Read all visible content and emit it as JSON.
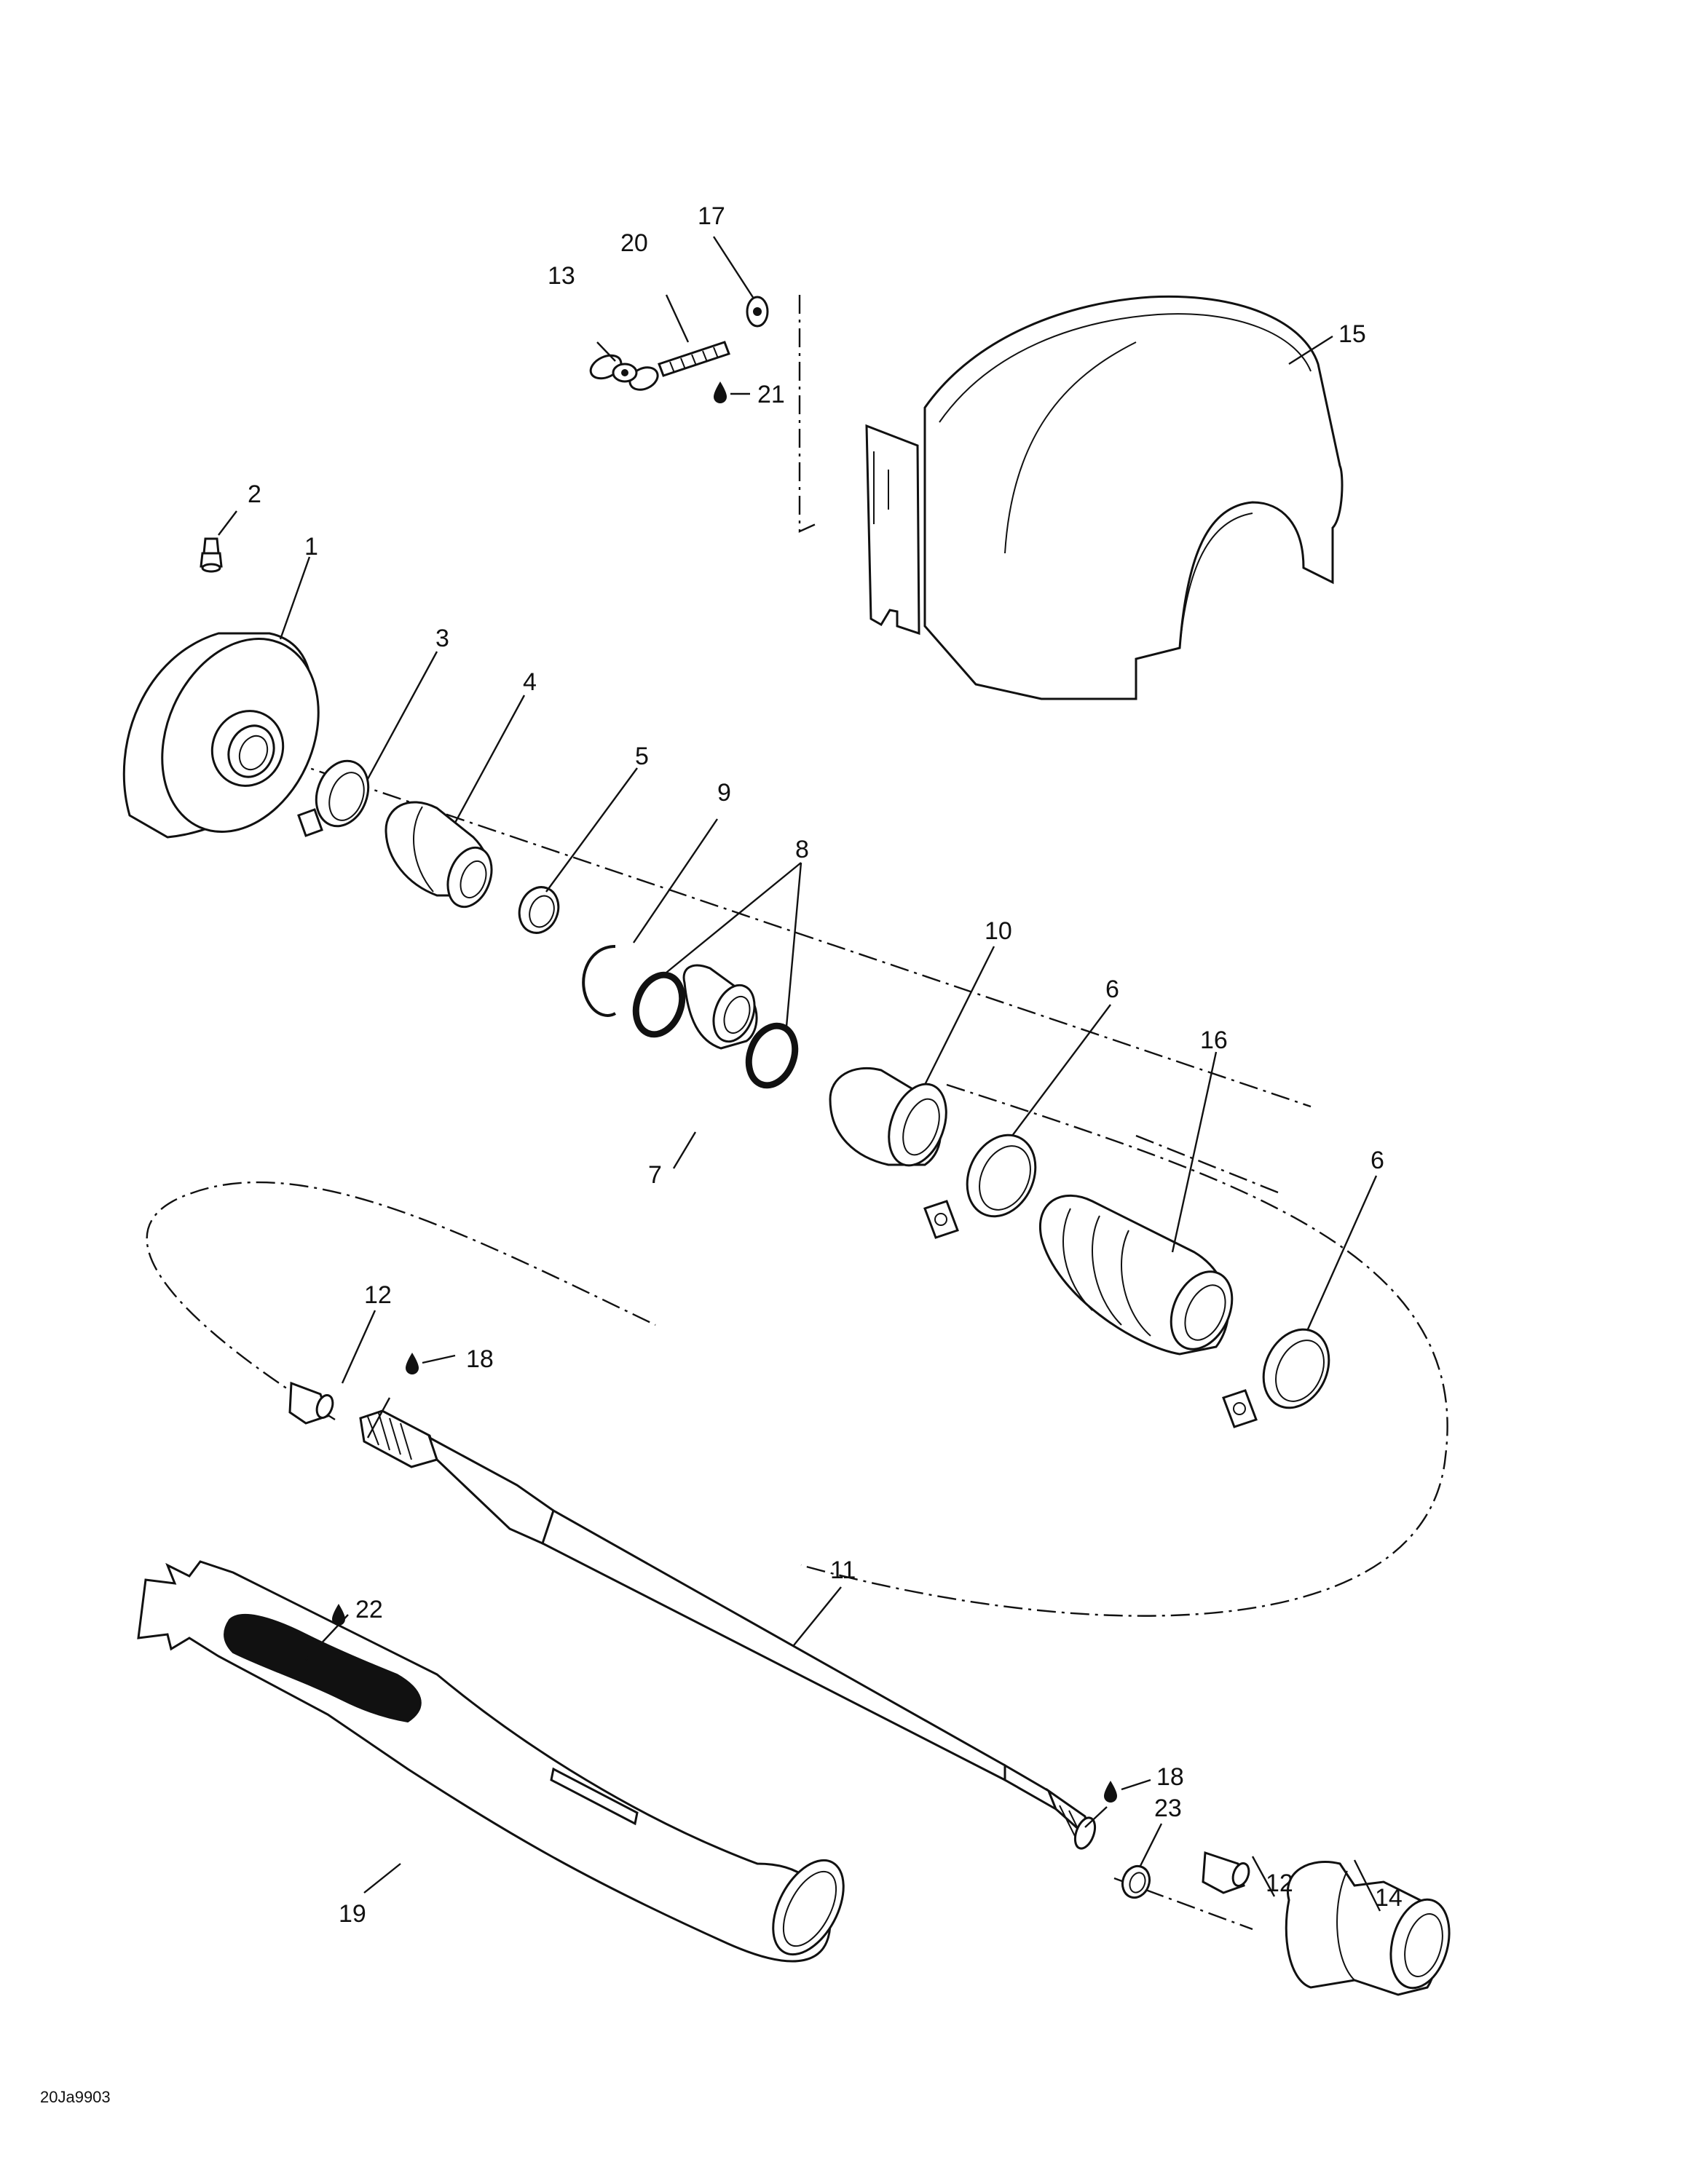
{
  "labels": {
    "p1": "1",
    "p2": "2",
    "p3": "3",
    "p4": "4",
    "p5": "5",
    "p6a": "6",
    "p6b": "6",
    "p7": "7",
    "p8": "8",
    "p9": "9",
    "p10": "10",
    "p11": "11",
    "p12a": "12",
    "p12b": "12",
    "p13": "13",
    "p14": "14",
    "p15": "15",
    "p16": "16",
    "p17": "17",
    "p18a": "18",
    "p18b": "18",
    "p19": "19",
    "p20": "20",
    "p21": "21",
    "p22": "22",
    "p23": "23"
  },
  "drawing_code": "20Ja9903",
  "icons": {
    "lubricant": "oil-drop-icon"
  }
}
